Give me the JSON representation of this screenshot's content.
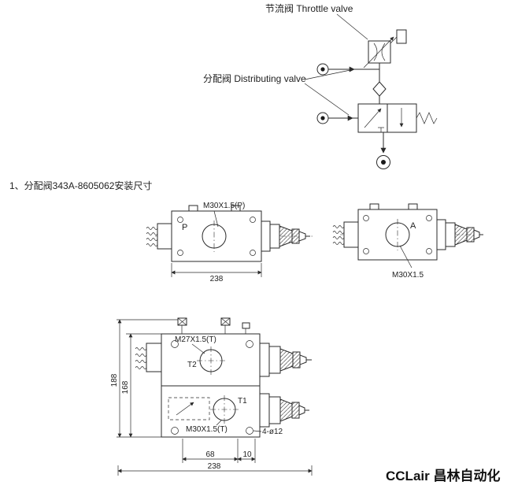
{
  "colors": {
    "line": "#2a2a2a",
    "text": "#222222",
    "background": "#ffffff"
  },
  "schematic": {
    "throttle_label": "节流阀 Throttle valve",
    "distributing_label": "分配阀 Distributing valve"
  },
  "section": {
    "title": "1、分配阀343A-8605062安装尺寸"
  },
  "side_view_p": {
    "thread_label": "M30X1.5(P)",
    "port": "P",
    "dim_width": "238"
  },
  "side_view_a": {
    "port": "A",
    "thread_label": "M30X1.5"
  },
  "front_view": {
    "thread_top": "M27X1.5(T)",
    "port_top": "T2",
    "port_bottom": "T1",
    "thread_bottom": "M30X1.5(T)",
    "holes": "4-ø12",
    "dim_height_outer": "188",
    "dim_height_inner": "168",
    "dim_hole_spacing": "68",
    "dim_offset": "10",
    "dim_width": "238"
  },
  "footer": {
    "brand": "CCLair 昌林自动化"
  }
}
